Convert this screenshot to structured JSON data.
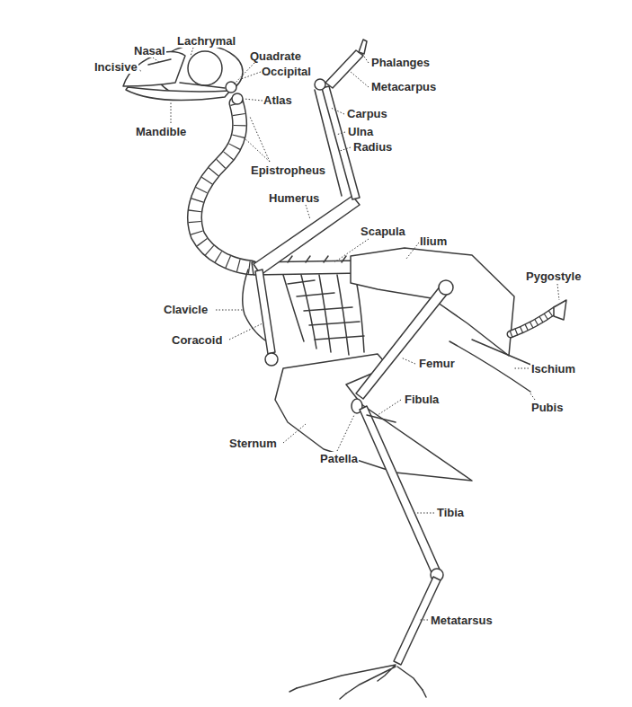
{
  "diagram": {
    "labels": [
      "Lachrymal",
      "Nasal",
      "Phalanges",
      "Quadrate",
      "Incisive",
      "Occipital",
      "Metacarpus",
      "Atlas",
      "Carpus",
      "Mandible",
      "Ulna",
      "Radius",
      "Epistropheus",
      "Humerus",
      "Scapula",
      "Ilium",
      "Pygostyle",
      "Clavicle",
      "Coracoid",
      "Femur",
      "Ischium",
      "Fibula",
      "Pubis",
      "Sternum",
      "Patella",
      "Tibia",
      "Metatarsus"
    ]
  }
}
